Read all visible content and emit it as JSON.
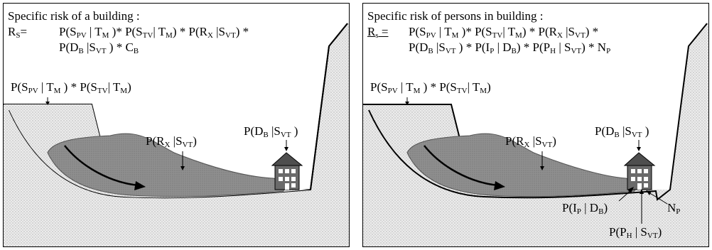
{
  "left": {
    "title": "Specific risk of a building :",
    "rs": {
      "base": "R",
      "sub": "S",
      "eq": "="
    },
    "formula_line1": [
      {
        "t": "P(S"
      },
      {
        "s": "PV"
      },
      {
        "t": " | T"
      },
      {
        "s": "M"
      },
      {
        "t": " )* P(S"
      },
      {
        "s": "TV"
      },
      {
        "t": "| T"
      },
      {
        "s": "M"
      },
      {
        "t": ") * P(R"
      },
      {
        "s": "X"
      },
      {
        "t": " |S"
      },
      {
        "s": "VT"
      },
      {
        "t": ") *"
      }
    ],
    "formula_line2": [
      {
        "t": "P(D"
      },
      {
        "s": "B"
      },
      {
        "t": " |S"
      },
      {
        "s": "VT"
      },
      {
        "t": " ) * C"
      },
      {
        "s": "B"
      }
    ],
    "label_onset": [
      {
        "t": "P(S"
      },
      {
        "s": "PV"
      },
      {
        "t": " | T"
      },
      {
        "s": "M"
      },
      {
        "t": " ) * P(S"
      },
      {
        "s": "TV"
      },
      {
        "t": "| T"
      },
      {
        "s": "M"
      },
      {
        "t": ")"
      }
    ],
    "label_runout": [
      {
        "t": "P(R"
      },
      {
        "s": "X"
      },
      {
        "t": " |S"
      },
      {
        "s": "VT"
      },
      {
        "t": ")"
      }
    ],
    "label_damage": [
      {
        "t": "P(D"
      },
      {
        "s": "B"
      },
      {
        "t": " |S"
      },
      {
        "s": "VT"
      },
      {
        "t": " )"
      }
    ]
  },
  "right": {
    "title": "Specific risk of persons in building :",
    "rs": {
      "base": "R",
      "sub": "s",
      "eq": " ="
    },
    "formula_line1": [
      {
        "t": "P(S"
      },
      {
        "s": "PV"
      },
      {
        "t": " | T"
      },
      {
        "s": "M"
      },
      {
        "t": " )* P(S"
      },
      {
        "s": "TV"
      },
      {
        "t": "| T"
      },
      {
        "s": "M"
      },
      {
        "t": ") * P(R"
      },
      {
        "s": "X"
      },
      {
        "t": " |S"
      },
      {
        "s": "VT"
      },
      {
        "t": ") *"
      }
    ],
    "formula_line2": [
      {
        "t": "P(D"
      },
      {
        "s": "B"
      },
      {
        "t": " |S"
      },
      {
        "s": "VT"
      },
      {
        "t": " ) * P(I"
      },
      {
        "s": "P"
      },
      {
        "t": " | D"
      },
      {
        "s": "B"
      },
      {
        "t": ") * P(P"
      },
      {
        "s": "H"
      },
      {
        "t": " | S"
      },
      {
        "s": "VT"
      },
      {
        "t": ") * N"
      },
      {
        "s": "P"
      }
    ],
    "label_onset": [
      {
        "t": "P(S"
      },
      {
        "s": "PV"
      },
      {
        "t": " | T"
      },
      {
        "s": "M"
      },
      {
        "t": " ) * P(S"
      },
      {
        "s": "TV"
      },
      {
        "t": "| T"
      },
      {
        "s": "M"
      },
      {
        "t": ")"
      }
    ],
    "label_runout": [
      {
        "t": "P(R"
      },
      {
        "s": "X"
      },
      {
        "t": " |S"
      },
      {
        "s": "VT"
      },
      {
        "t": ")"
      }
    ],
    "label_damage": [
      {
        "t": "P(D"
      },
      {
        "s": "B"
      },
      {
        "t": " |S"
      },
      {
        "s": "VT"
      },
      {
        "t": " )"
      }
    ],
    "label_injury": [
      {
        "t": "P(I"
      },
      {
        "s": "P"
      },
      {
        "t": " | D"
      },
      {
        "s": "B"
      },
      {
        "t": ")"
      }
    ],
    "label_persons": [
      {
        "t": "N"
      },
      {
        "s": "P"
      }
    ],
    "label_presence": [
      {
        "t": "P(P"
      },
      {
        "s": "H"
      },
      {
        "t": " | S"
      },
      {
        "s": "VT"
      },
      {
        "t": ")"
      }
    ]
  },
  "colors": {
    "terrain_fill": "#e6e6e6",
    "landslide_fill": "#8c8c8c",
    "house_fill": "#5a5a5a",
    "outline": "#000000"
  }
}
